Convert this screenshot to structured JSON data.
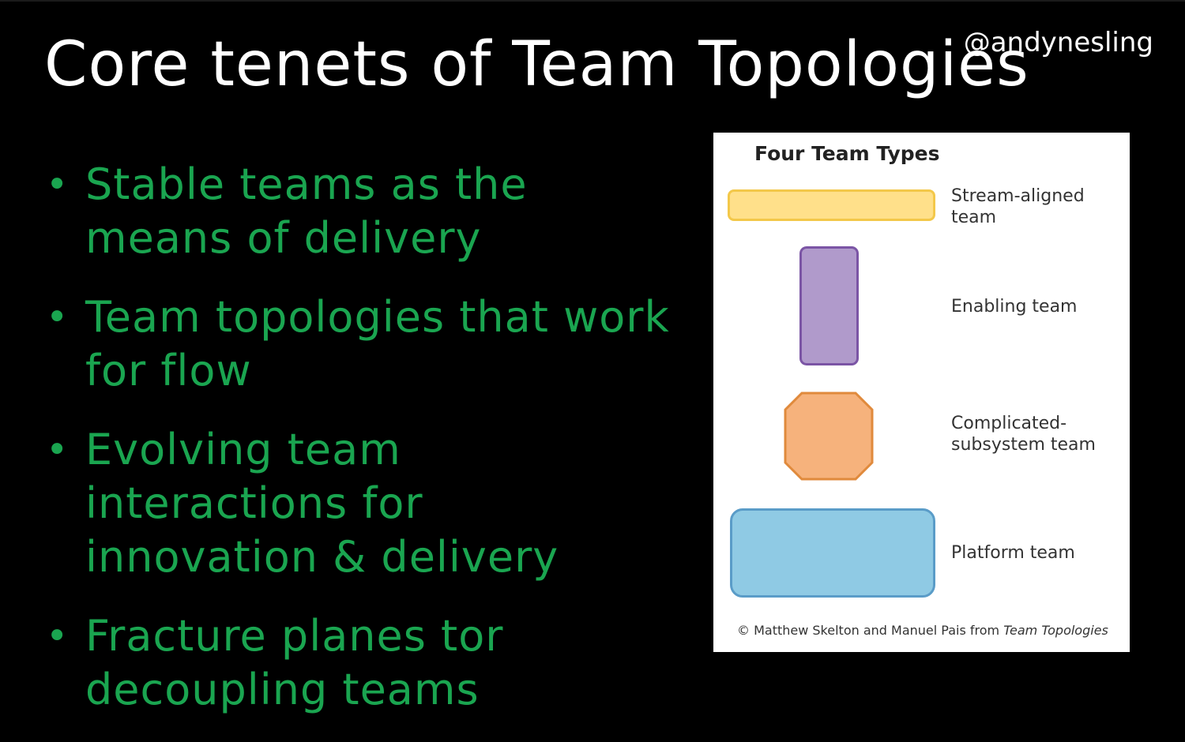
{
  "slide": {
    "title": "Core tenets of Team Topologies",
    "handle": "@andynesling",
    "bullets": [
      {
        "marker": "•",
        "text": "Stable teams as the means of delivery"
      },
      {
        "marker": "•",
        "text": "Team topologies that work for flow"
      },
      {
        "marker": "•",
        "text": "Evolving team interactions for innovation & delivery"
      },
      {
        "marker": "•",
        "text": "Fracture planes tor decoupling teams"
      }
    ]
  },
  "figure": {
    "title": "Four Team Types",
    "types": [
      {
        "label": "Stream-aligned team",
        "shape": "wide-bar",
        "fill": "#ffe08a",
        "stroke": "#f3c84a"
      },
      {
        "label": "Enabling team",
        "shape": "tall-rectangle",
        "fill": "#b09acb",
        "stroke": "#7b55a5"
      },
      {
        "label": "Complicated-subsystem team",
        "shape": "octagon",
        "fill": "#f6b27c",
        "stroke": "#e08a3c"
      },
      {
        "label": "Platform team",
        "shape": "large-rectangle",
        "fill": "#8fcae4",
        "stroke": "#5a9cc8"
      }
    ],
    "credit_prefix": "© Matthew Skelton and Manuel Pais from ",
    "credit_book": "Team Topologies"
  },
  "colors": {
    "background": "#000000",
    "title": "#ffffff",
    "bullet_text": "#1aa550",
    "figure_background": "#ffffff"
  }
}
